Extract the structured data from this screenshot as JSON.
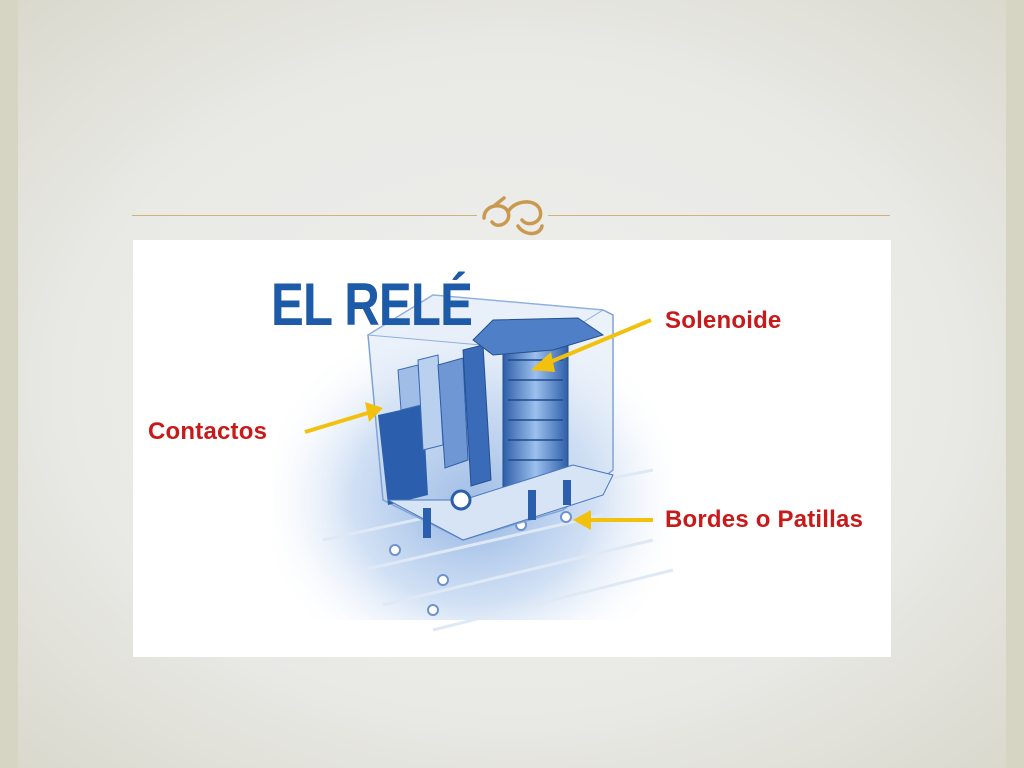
{
  "slide": {
    "colors": {
      "divider": "#d4b07a",
      "ornament": "#c9994f",
      "title": "#1d5aa8",
      "labels": "#c81a1a",
      "arrows": "#f2c10e"
    },
    "ornament_icon": "fleuron-icon"
  },
  "diagram": {
    "title": "EL RELÉ",
    "labels": {
      "solenoide": "Solenoide",
      "contactos": "Contactos",
      "bordes": "Bordes o Patillas"
    }
  }
}
